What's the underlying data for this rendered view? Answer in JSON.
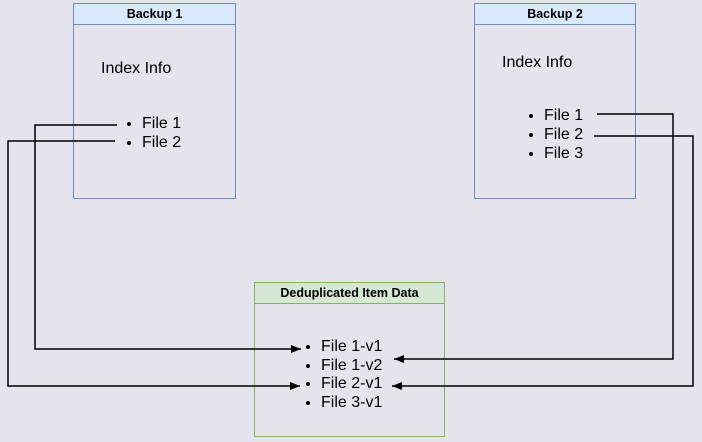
{
  "canvas": {
    "background_color": "#e5e4ed",
    "line_color": "#000000"
  },
  "palette": {
    "blue_header_fill": "#dae8fc",
    "blue_border": "#6c8ebf",
    "green_header_fill": "#d5e8d4",
    "green_border": "#82b366"
  },
  "backup1": {
    "title": "Backup 1",
    "subtitle": "Index Info",
    "files": [
      "File 1",
      "File 2"
    ]
  },
  "backup2": {
    "title": "Backup 2",
    "subtitle": "Index Info",
    "files": [
      "File 1",
      "File 2",
      "File 3"
    ]
  },
  "dedup": {
    "title": "Deduplicated Item Data",
    "items": [
      "File 1-v1",
      "File 1-v2",
      "File 2-v1",
      "File 3-v1"
    ]
  },
  "connections": [
    {
      "from": "Backup 1 / File 1",
      "to": "File 1-v1"
    },
    {
      "from": "Backup 1 / File 2",
      "to": "File 2-v1"
    },
    {
      "from": "Backup 2 / File 1",
      "to": "File 1-v2"
    },
    {
      "from": "Backup 2 / File 2",
      "to": "File 2-v1"
    }
  ]
}
